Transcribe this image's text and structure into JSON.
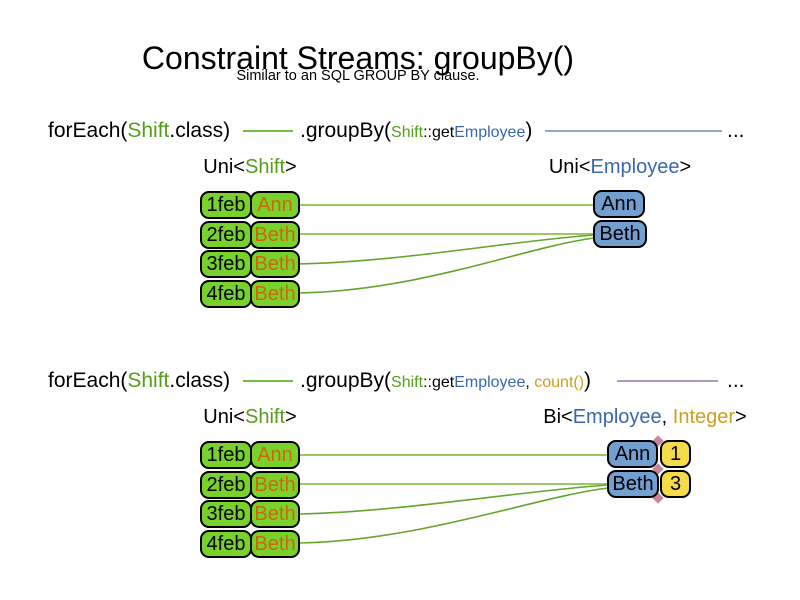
{
  "slide": {
    "title": "Constraint Streams: groupBy()",
    "subtitle": "Similar to an SQL GROUP BY clause."
  },
  "colors": {
    "shift_green": "#579D1C",
    "employee_blue": "#3A67AE",
    "integer_gold": "#C9A21B",
    "name_orange": "#D2640E",
    "box_green": "#79D22C",
    "box_blue": "#729FCF",
    "box_yellow": "#F3DB4A",
    "line_green": "#8CC152",
    "line_green_dark": "#65A52D",
    "line_blue": "#6B8CBE",
    "line_purple": "#9279AD",
    "code_line_green": "#74BE46",
    "diamond_pink": "#C9849C"
  },
  "section1": {
    "code": {
      "foreach_open": "forEach(",
      "shift": "Shift",
      "class_close": ".class)",
      "groupby_open": ".groupBy(",
      "param_shift": "Shift",
      "param_getter": "::get",
      "param_employee": "Employee",
      "close": ")",
      "ellipsis": "..."
    },
    "stream_label": {
      "prefix": "Uni<",
      "shift": "Shift",
      "suffix": ">"
    },
    "result_label": {
      "prefix": "Uni<",
      "employee": "Employee",
      "suffix": ">"
    },
    "shifts": [
      {
        "date": "1feb",
        "employee": "Ann"
      },
      {
        "date": "2feb",
        "employee": "Beth"
      },
      {
        "date": "3feb",
        "employee": "Beth"
      },
      {
        "date": "4feb",
        "employee": "Beth"
      }
    ],
    "groups": [
      {
        "employee": "Ann"
      },
      {
        "employee": "Beth"
      }
    ]
  },
  "section2": {
    "code": {
      "foreach_open": "forEach(",
      "shift": "Shift",
      "class_close": ".class)",
      "groupby_open": ".groupBy(",
      "param_shift": "Shift",
      "param_getter": "::get",
      "param_employee": "Employee",
      "param_comma": ", ",
      "param_count": "count()",
      "close": ")",
      "ellipsis": "..."
    },
    "stream_label": {
      "prefix": "Uni<",
      "shift": "Shift",
      "suffix": ">"
    },
    "result_label": {
      "prefix": "Bi<",
      "employee": "Employee",
      "comma": ", ",
      "integer": "Integer",
      "suffix": ">"
    },
    "shifts": [
      {
        "date": "1feb",
        "employee": "Ann"
      },
      {
        "date": "2feb",
        "employee": "Beth"
      },
      {
        "date": "3feb",
        "employee": "Beth"
      },
      {
        "date": "4feb",
        "employee": "Beth"
      }
    ],
    "groups": [
      {
        "employee": "Ann",
        "count": "1"
      },
      {
        "employee": "Beth",
        "count": "3"
      }
    ]
  }
}
